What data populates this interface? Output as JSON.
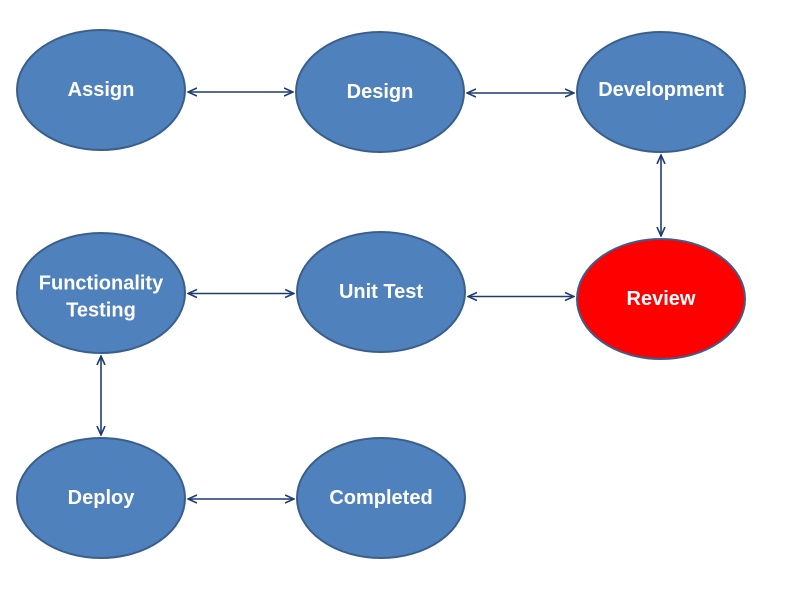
{
  "diagram": {
    "type": "flowchart",
    "node_fill": "#4f81bd",
    "node_stroke": "#3b5f8c",
    "edge_color": "#1f3b73",
    "nodes": [
      {
        "id": "assign",
        "label_lines": [
          "Assign"
        ],
        "fill": "#4f81bd",
        "highlighted": false
      },
      {
        "id": "design",
        "label_lines": [
          "Design"
        ],
        "fill": "#4f81bd",
        "highlighted": false
      },
      {
        "id": "development",
        "label_lines": [
          "Development"
        ],
        "fill": "#4f81bd",
        "highlighted": false
      },
      {
        "id": "functionality-testing",
        "label_lines": [
          "Functionality",
          "Testing"
        ],
        "fill": "#4f81bd",
        "highlighted": false
      },
      {
        "id": "unit-test",
        "label_lines": [
          "Unit Test"
        ],
        "fill": "#4f81bd",
        "highlighted": false
      },
      {
        "id": "review",
        "label_lines": [
          "Review"
        ],
        "fill": "#ff0000",
        "highlighted": true
      },
      {
        "id": "deploy",
        "label_lines": [
          "Deploy"
        ],
        "fill": "#4f81bd",
        "highlighted": false
      },
      {
        "id": "completed",
        "label_lines": [
          "Completed"
        ],
        "fill": "#4f81bd",
        "highlighted": false
      }
    ],
    "edges": [
      {
        "from": "assign",
        "to": "design",
        "direction": "both"
      },
      {
        "from": "design",
        "to": "development",
        "direction": "both"
      },
      {
        "from": "development",
        "to": "review",
        "direction": "both"
      },
      {
        "from": "unit-test",
        "to": "review",
        "direction": "both"
      },
      {
        "from": "functionality-testing",
        "to": "unit-test",
        "direction": "both"
      },
      {
        "from": "functionality-testing",
        "to": "deploy",
        "direction": "both"
      },
      {
        "from": "deploy",
        "to": "completed",
        "direction": "both"
      }
    ]
  }
}
